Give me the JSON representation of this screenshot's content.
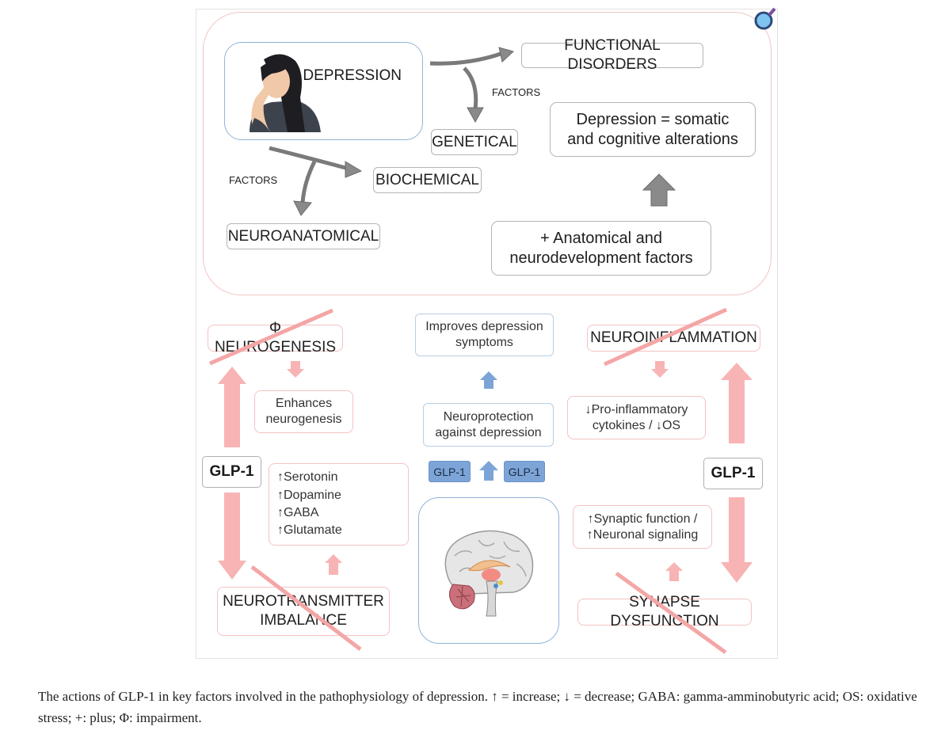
{
  "diagram": {
    "top": {
      "depression": "DEPRESSION",
      "functional": "FUNCTIONAL DISORDERS",
      "factors_right": "FACTORS",
      "genetical": "GENETICAL",
      "somatic": "Depression = somatic\nand cognitive alterations",
      "factors_left": "FACTORS",
      "biochemical": "BIOCHEMICAL",
      "neuroanatomical": "NEUROANATOMICAL",
      "anatomical": "+ Anatomical and\nneurodevelopment factors"
    },
    "left": {
      "neurogenesis": "Φ NEUROGENESIS",
      "enhances": "Enhances\nneurogenesis",
      "glp": "GLP-1",
      "transmitters": "↑Serotonin\n↑Dopamine\n↑GABA\n↑Glutamate",
      "imbalance": "NEUROTRANSMITTER\nIMBALANCE"
    },
    "center": {
      "improves": "Improves depression\nsymptoms",
      "neuroprotection": "Neuroprotection\nagainst depression",
      "glp_left": "GLP-1",
      "glp_right": "GLP-1"
    },
    "right": {
      "neuroinflammation": "NEUROINFLAMMATION",
      "cytokines": "↓Pro-inflammatory\ncytokines / ↓OS",
      "glp": "GLP-1",
      "synaptic": "↑Synaptic function /\n↑Neuronal signaling",
      "dysfunction": "SYNAPSE DYSFUNCTION"
    }
  },
  "caption": "The actions of GLP-1 in key factors involved in the pathophysiology of depression. ↑ = increase; ↓ = decrease; GABA: gamma-amminobutyric acid; OS: oxidative stress; +: plus; Φ: impairment.",
  "colors": {
    "pink_arrow": "#f8b4b4",
    "blue_arrow": "#7da4d6",
    "gray_arrow": "#8a8a8a",
    "strike": "#f4a6a6"
  }
}
